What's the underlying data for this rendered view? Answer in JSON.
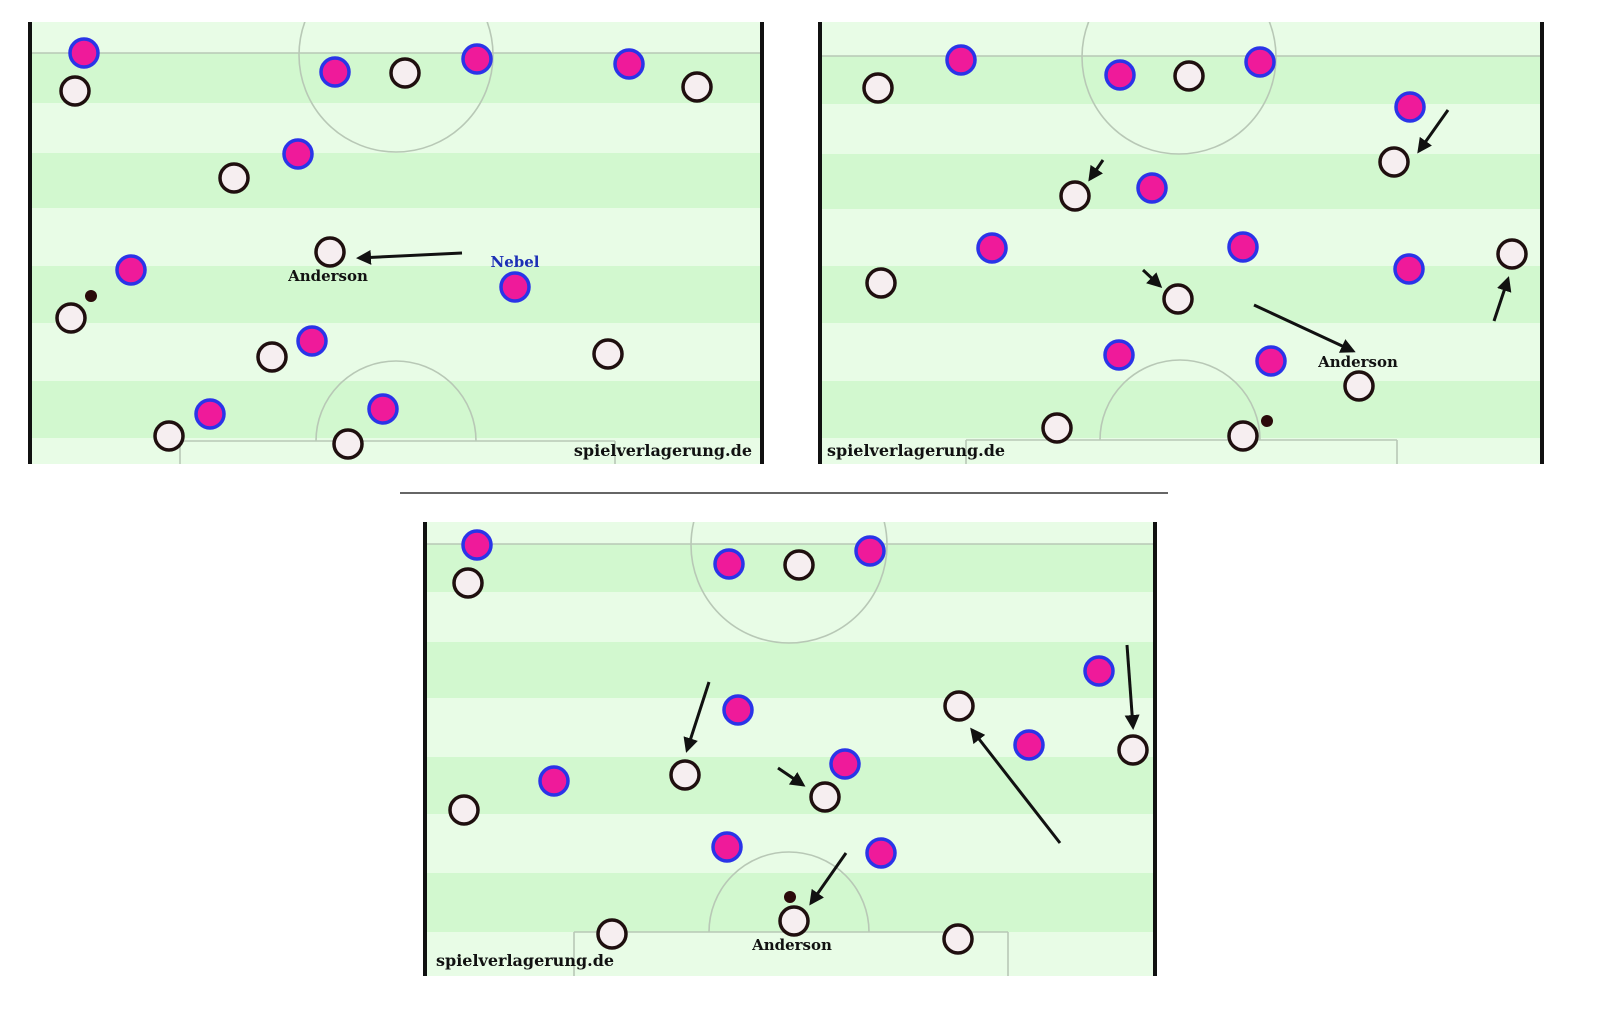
{
  "watermark": "spielverlagerung.de",
  "colors": {
    "stripe_dark": "#d2f8cf",
    "stripe_light": "#e8fce6",
    "home_fill": "#f6eef0",
    "home_stroke": "#1f0f0f",
    "away_fill": "#ef1a9a",
    "away_stroke": "#2a34e8",
    "ball": "#2a0a0a",
    "arrow": "#111111",
    "nebel_label": "#1c2fb5",
    "line": "#b8c8b6"
  },
  "panels": [
    {
      "id": "top-left",
      "labels": [
        {
          "text": "Anderson",
          "color": "#111111"
        },
        {
          "text": "Nebel",
          "color": "#1c2fb5"
        }
      ]
    },
    {
      "id": "top-right",
      "labels": [
        {
          "text": "Anderson",
          "color": "#111111"
        }
      ]
    },
    {
      "id": "bottom",
      "labels": [
        {
          "text": "Anderson",
          "color": "#111111"
        }
      ]
    }
  ]
}
